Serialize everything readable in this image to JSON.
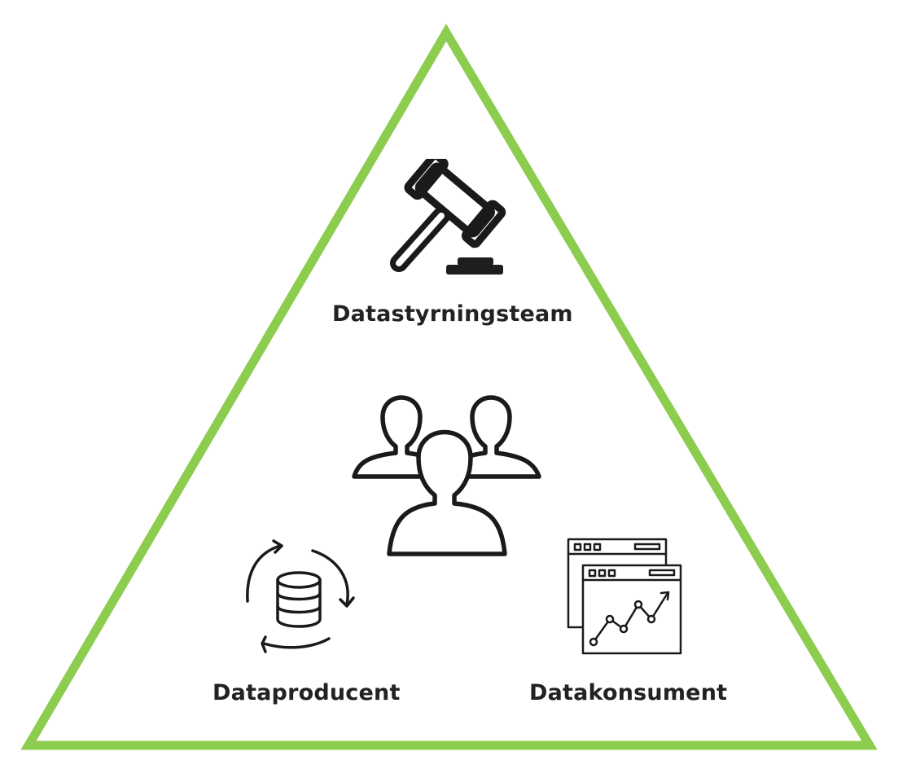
{
  "diagram": {
    "roles": {
      "governance_team": {
        "label": "Datastyrningsteam",
        "icon": "gavel-icon"
      },
      "data_producer": {
        "label": "Dataproducent",
        "icon": "database-sync-icon"
      },
      "data_consumer": {
        "label": "Datakonsument",
        "icon": "dashboard-chart-icon"
      }
    },
    "center_icon": "people-group-icon",
    "colors": {
      "triangle_border": "#8ccc4e",
      "icon_stroke": "#1a1a1a",
      "icon_fill_dark": "#1e1e1e",
      "text": "#222222"
    }
  }
}
